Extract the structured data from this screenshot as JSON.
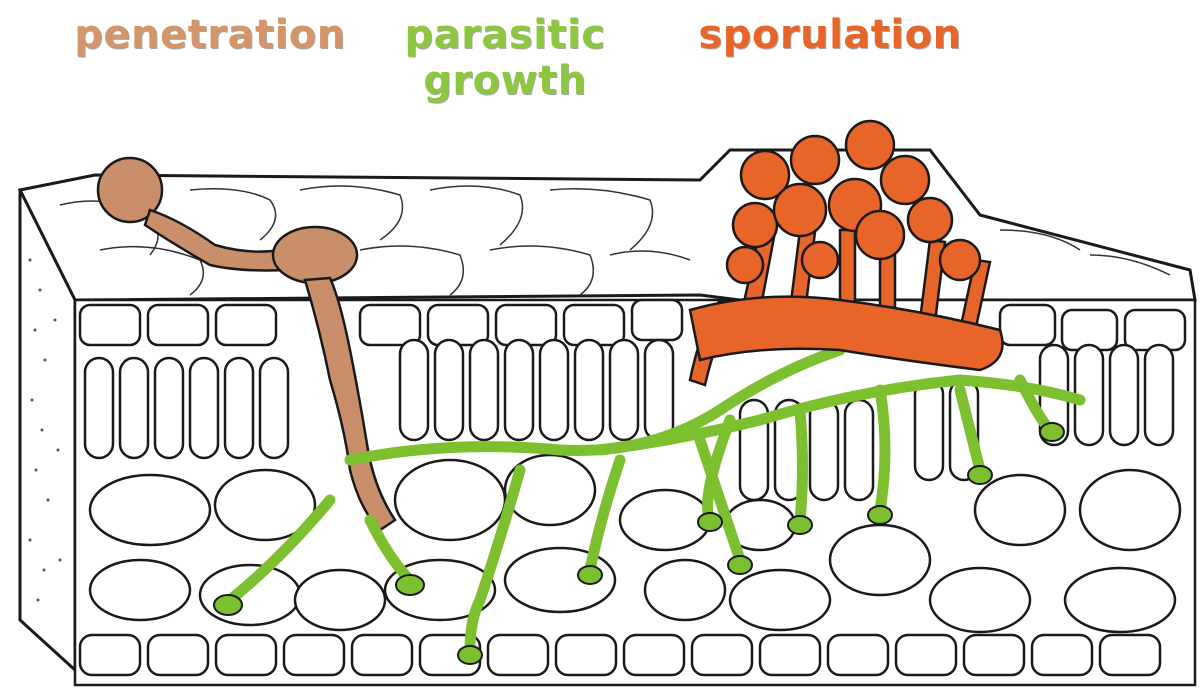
{
  "labels": {
    "penetration": "penetration",
    "parasitic_growth_line1": "parasitic",
    "parasitic_growth_line2": "growth",
    "sporulation": "sporulation"
  },
  "colors": {
    "penetration": "#c98f6a",
    "parasitic_growth": "#7cbf2f",
    "sporulation": "#e8652a",
    "cell_outline": "#1a1a1a",
    "cell_fill": "#ffffff"
  }
}
